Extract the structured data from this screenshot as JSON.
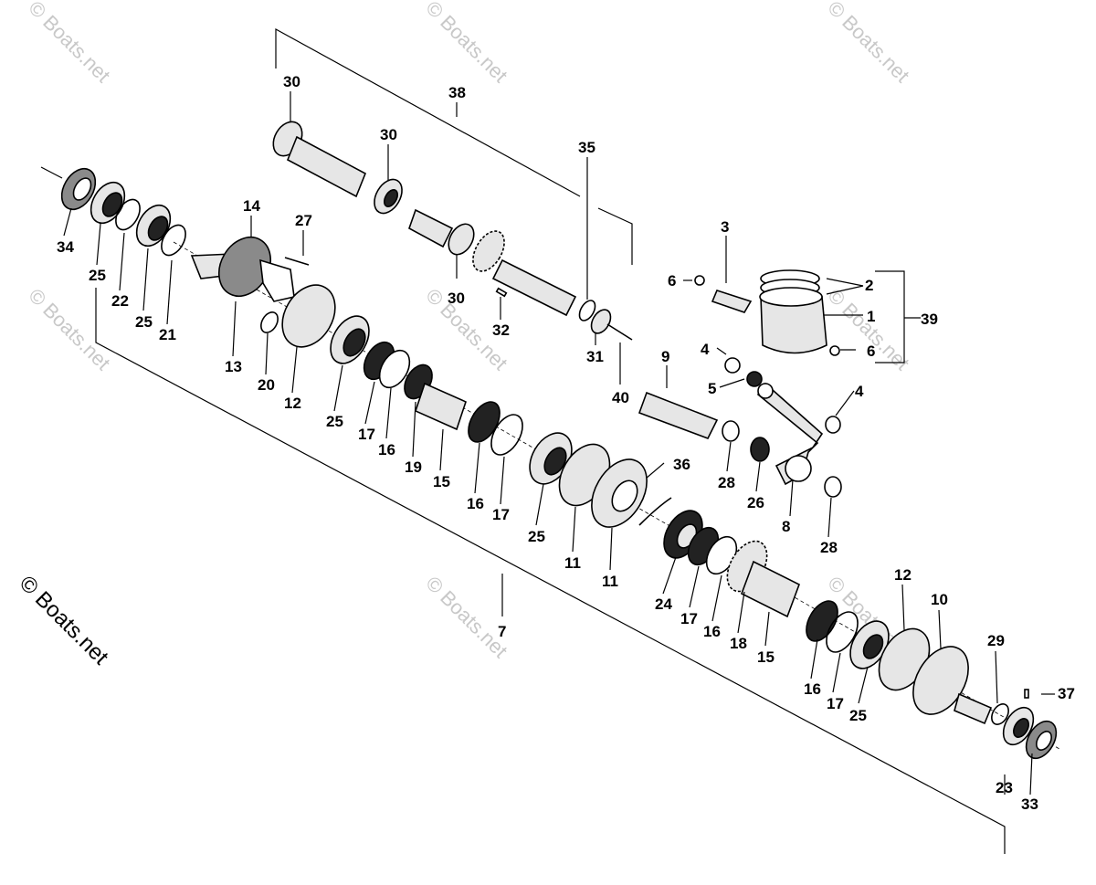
{
  "watermark": {
    "text": "© Boats.net",
    "side_text": "© Boats.net"
  },
  "callouts": [
    {
      "id": "c30a",
      "label": "30"
    },
    {
      "id": "c38",
      "label": "38"
    },
    {
      "id": "c30b",
      "label": "30"
    },
    {
      "id": "c35",
      "label": "35"
    },
    {
      "id": "c34",
      "label": "34"
    },
    {
      "id": "c25a",
      "label": "25"
    },
    {
      "id": "c22",
      "label": "22"
    },
    {
      "id": "c25b",
      "label": "25"
    },
    {
      "id": "c21",
      "label": "21"
    },
    {
      "id": "c14",
      "label": "14"
    },
    {
      "id": "c27",
      "label": "27"
    },
    {
      "id": "c30c",
      "label": "30"
    },
    {
      "id": "c32",
      "label": "32"
    },
    {
      "id": "c31",
      "label": "31"
    },
    {
      "id": "c40",
      "label": "40"
    },
    {
      "id": "c3",
      "label": "3"
    },
    {
      "id": "c6a",
      "label": "6"
    },
    {
      "id": "c2",
      "label": "2"
    },
    {
      "id": "c1",
      "label": "1"
    },
    {
      "id": "c39",
      "label": "39"
    },
    {
      "id": "c6b",
      "label": "6"
    },
    {
      "id": "c4a",
      "label": "4"
    },
    {
      "id": "c5",
      "label": "5"
    },
    {
      "id": "c4b",
      "label": "4"
    },
    {
      "id": "c13",
      "label": "13"
    },
    {
      "id": "c20",
      "label": "20"
    },
    {
      "id": "c12a",
      "label": "12"
    },
    {
      "id": "c25c",
      "label": "25"
    },
    {
      "id": "c17a",
      "label": "17"
    },
    {
      "id": "c16a",
      "label": "16"
    },
    {
      "id": "c19",
      "label": "19"
    },
    {
      "id": "c15a",
      "label": "15"
    },
    {
      "id": "c9",
      "label": "9"
    },
    {
      "id": "c16b",
      "label": "16"
    },
    {
      "id": "c17b",
      "label": "17"
    },
    {
      "id": "c25d",
      "label": "25"
    },
    {
      "id": "c11a",
      "label": "11"
    },
    {
      "id": "c11b",
      "label": "11"
    },
    {
      "id": "c36",
      "label": "36"
    },
    {
      "id": "c28a",
      "label": "28"
    },
    {
      "id": "c26",
      "label": "26"
    },
    {
      "id": "c8",
      "label": "8"
    },
    {
      "id": "c28b",
      "label": "28"
    },
    {
      "id": "c24",
      "label": "24"
    },
    {
      "id": "c17c",
      "label": "17"
    },
    {
      "id": "c16c",
      "label": "16"
    },
    {
      "id": "c18",
      "label": "18"
    },
    {
      "id": "c15b",
      "label": "15"
    },
    {
      "id": "c12b",
      "label": "12"
    },
    {
      "id": "c10",
      "label": "10"
    },
    {
      "id": "c16d",
      "label": "16"
    },
    {
      "id": "c17d",
      "label": "17"
    },
    {
      "id": "c25e",
      "label": "25"
    },
    {
      "id": "c29",
      "label": "29"
    },
    {
      "id": "c37",
      "label": "37"
    },
    {
      "id": "c7",
      "label": "7"
    },
    {
      "id": "c23",
      "label": "23"
    },
    {
      "id": "c33",
      "label": "33"
    }
  ]
}
